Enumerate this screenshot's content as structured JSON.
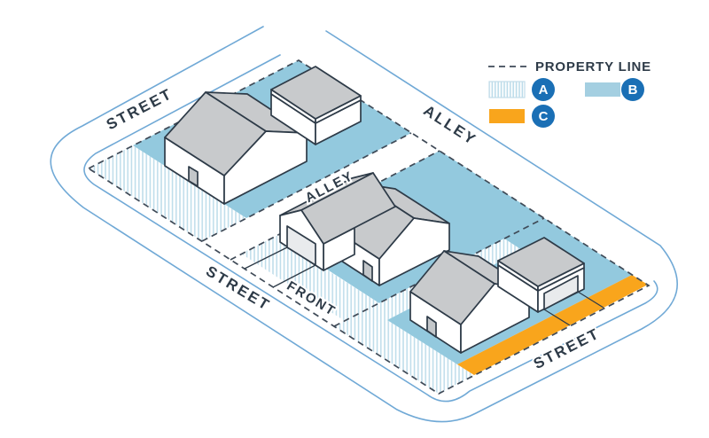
{
  "labels": {
    "street_top_left": "STREET",
    "street_bottom_left": "STREET",
    "street_bottom_right": "STREET",
    "alley_main": "ALLEY",
    "alley_middle": "ALLEY",
    "front": "FRONT"
  },
  "legend": {
    "property_line_label": "PROPERTY LINE",
    "items": [
      {
        "label": "A",
        "swatch": "hatched"
      },
      {
        "label": "B",
        "swatch": "blue"
      },
      {
        "label": "C",
        "swatch": "orange"
      }
    ]
  },
  "colors": {
    "zone_blue": "#93c9de",
    "legend_blue": "#a4cfe1",
    "zone_orange": "#f9a51c",
    "hatch_stroke": "#bcdcea",
    "hatch_border": "#c2dde9",
    "street_line": "#70a9d6",
    "outline": "#2e3b48",
    "dash_color": "#3f4a57",
    "roof_gray": "#c8cacc",
    "door_gray": "#c3c7ca",
    "garage_door": "#e9ebed",
    "badge_blue": "#1a6fb5",
    "label_color": "#2e3b48"
  }
}
